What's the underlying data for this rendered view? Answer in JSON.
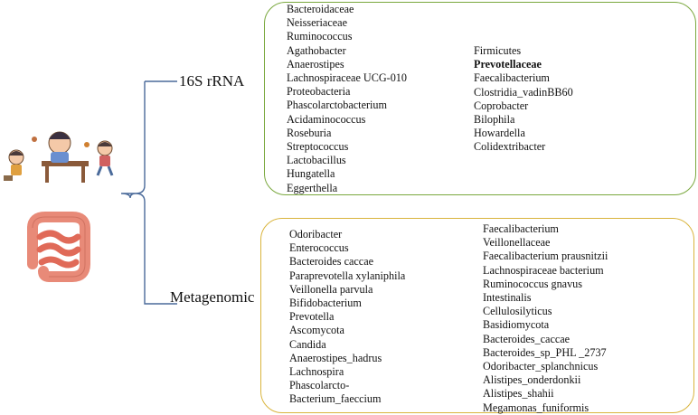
{
  "colors": {
    "increase_arrow": "#6cc04a",
    "decrease_arrow": "#f2b48a",
    "top_box_border": "#7aa83e",
    "bottom_box_border": "#d9b43c",
    "brace": "#4a6a9a"
  },
  "icons": [
    "children-playing-icon",
    "intestine-icon"
  ],
  "methods": [
    {
      "label": "16S rRNA",
      "increased": [
        "Bacteroidaceae",
        "Neisseriaceae",
        "Ruminococcus",
        "Agathobacter",
        "Anaerostipes",
        "Lachnospiraceae UCG-010",
        "Proteobacteria",
        "Phascolarctobacterium",
        "Acidaminococcus",
        "Roseburia",
        "Streptococcus",
        "Lactobacillus",
        "Hungatella",
        "Eggerthella"
      ],
      "decreased": [
        "Firmicutes",
        "Prevotellaceae",
        "Faecalibacterium",
        "Clostridia_vadinBB60",
        "Coprobacter",
        "Bilophila",
        "Howardella",
        "Colidextribacter"
      ]
    },
    {
      "label": "Metagenomic",
      "increased": [
        "Odoribacter",
        "Enterococcus",
        "Bacteroides caccae",
        "Paraprevotella xylaniphila",
        "Veillonella parvula",
        "Bifidobacterium",
        "Prevotella",
        "Ascomycota",
        "Candida",
        "Anaerostipes_hadrus",
        "Lachnospira",
        "Phascolarcto-",
        "Bacterium_faeccium"
      ],
      "decreased": [
        "Faecalibacterium",
        "Veillonellaceae",
        "Faecalibacterium prausnitzii",
        "Lachnospiraceae bacterium",
        "Ruminococcus gnavus",
        "Intestinalis",
        "Cellulosilyticus",
        "Basidiomycota",
        "Bacteroides_caccae",
        "Bacteroides_sp_PHL _2737",
        "Odoribacter_splanchnicus",
        "Alistipes_onderdonkii",
        "Alistipes_shahii",
        "Megamonas_funiformis"
      ]
    }
  ]
}
